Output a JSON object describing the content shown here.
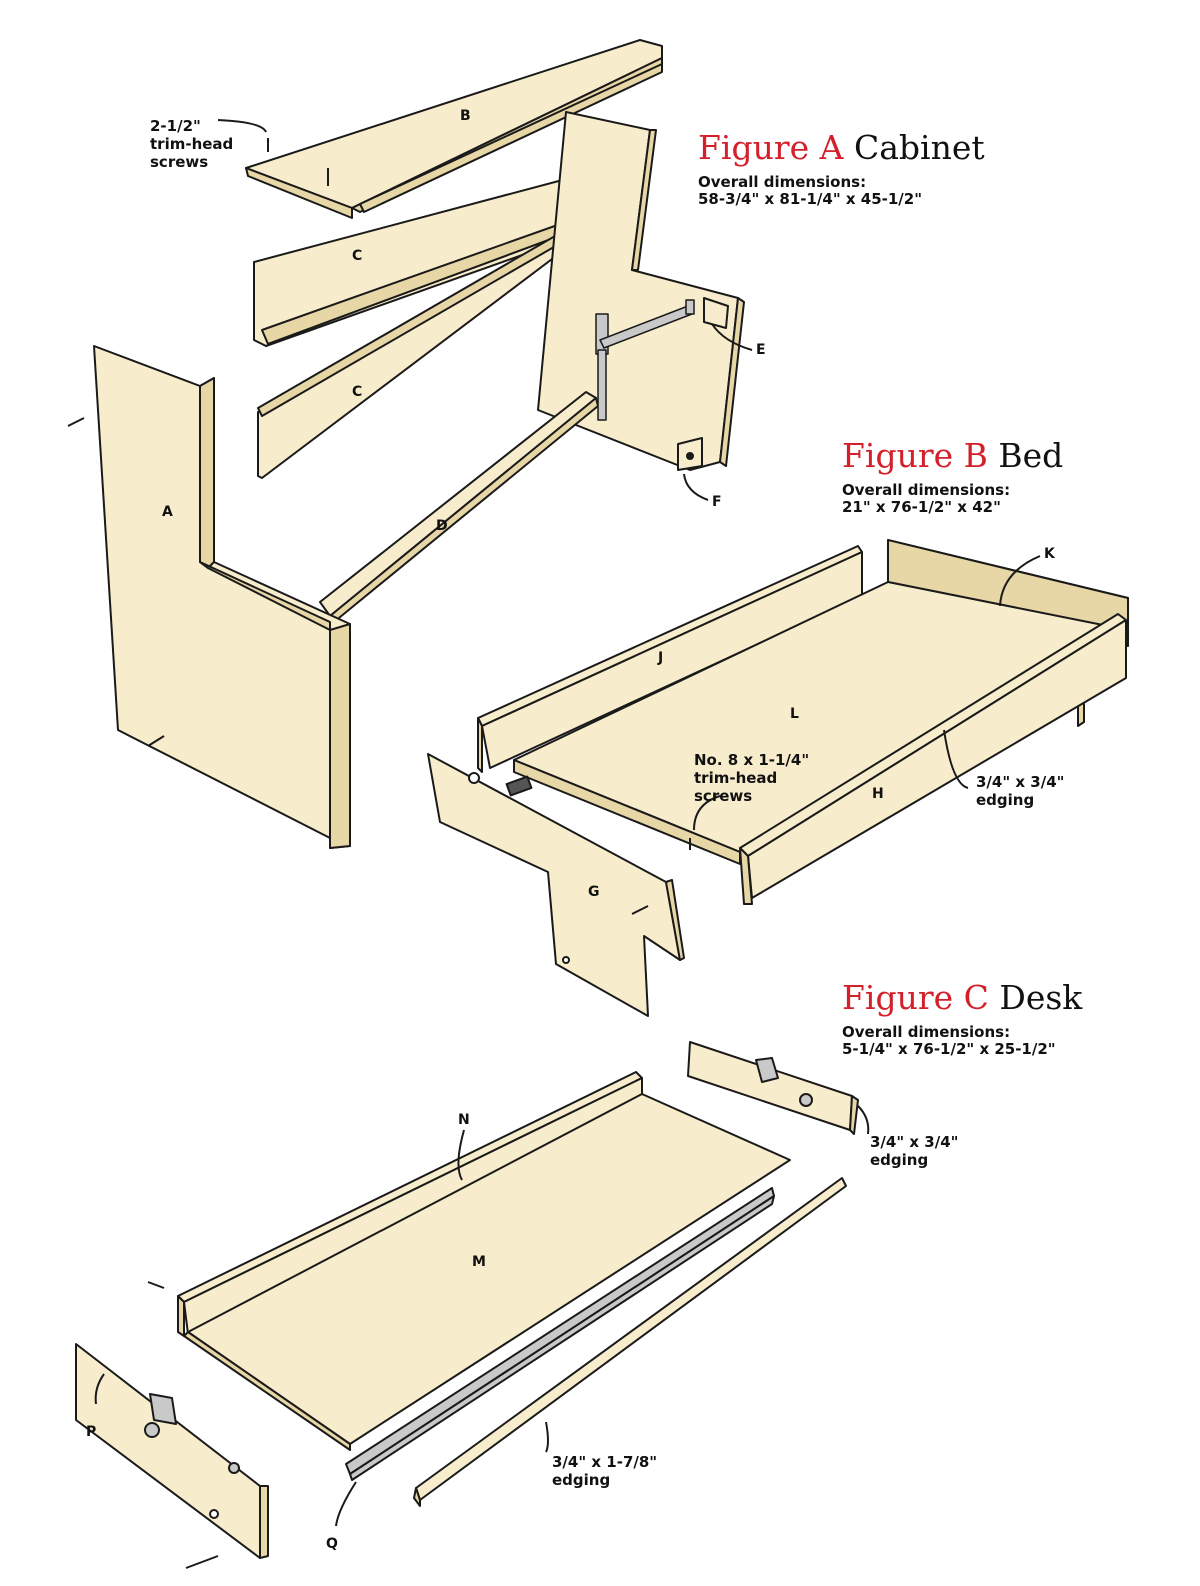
{
  "figures": {
    "a": {
      "number": "Figure A",
      "name": "Cabinet",
      "dims_label": "Overall dimensions:",
      "dims": "58-3/4\" x 81-1/4\" x 45-1/2\""
    },
    "b": {
      "number": "Figure B",
      "name": "Bed",
      "dims_label": "Overall dimensions:",
      "dims": "21\" x 76-1/2\" x 42\""
    },
    "c": {
      "number": "Figure C",
      "name": "Desk",
      "dims_label": "Overall dimensions:",
      "dims": "5-1/4\" x 76-1/2\" x 25-1/2\""
    }
  },
  "parts": {
    "a": "A",
    "b": "B",
    "c1": "C",
    "c2": "C",
    "d": "D",
    "e": "E",
    "f": "F",
    "g": "G",
    "h": "H",
    "j": "J",
    "k": "K",
    "l": "L",
    "m": "M",
    "n": "N",
    "p": "P",
    "q": "Q"
  },
  "notes": {
    "trim_screws_l1": "2-1/2\"",
    "trim_screws_l2": "trim-head",
    "trim_screws_l3": "screws",
    "bed_screws_l1": "No. 8 x 1-1/4\"",
    "bed_screws_l2": "trim-head",
    "bed_screws_l3": "screws",
    "bed_edging_l1": "3/4\" x 3/4\"",
    "bed_edging_l2": "edging",
    "desk_edging_l1": "3/4\" x 3/4\"",
    "desk_edging_l2": "edging",
    "front_edging_l1": "3/4\" x 1-7/8\"",
    "front_edging_l2": "edging"
  },
  "colors": {
    "wood_face": "#f7eccb",
    "wood_edge": "#e7d6a6",
    "outline": "#1a1a1a",
    "title_red": "#d3202a",
    "metal": "#c9c9c9"
  }
}
